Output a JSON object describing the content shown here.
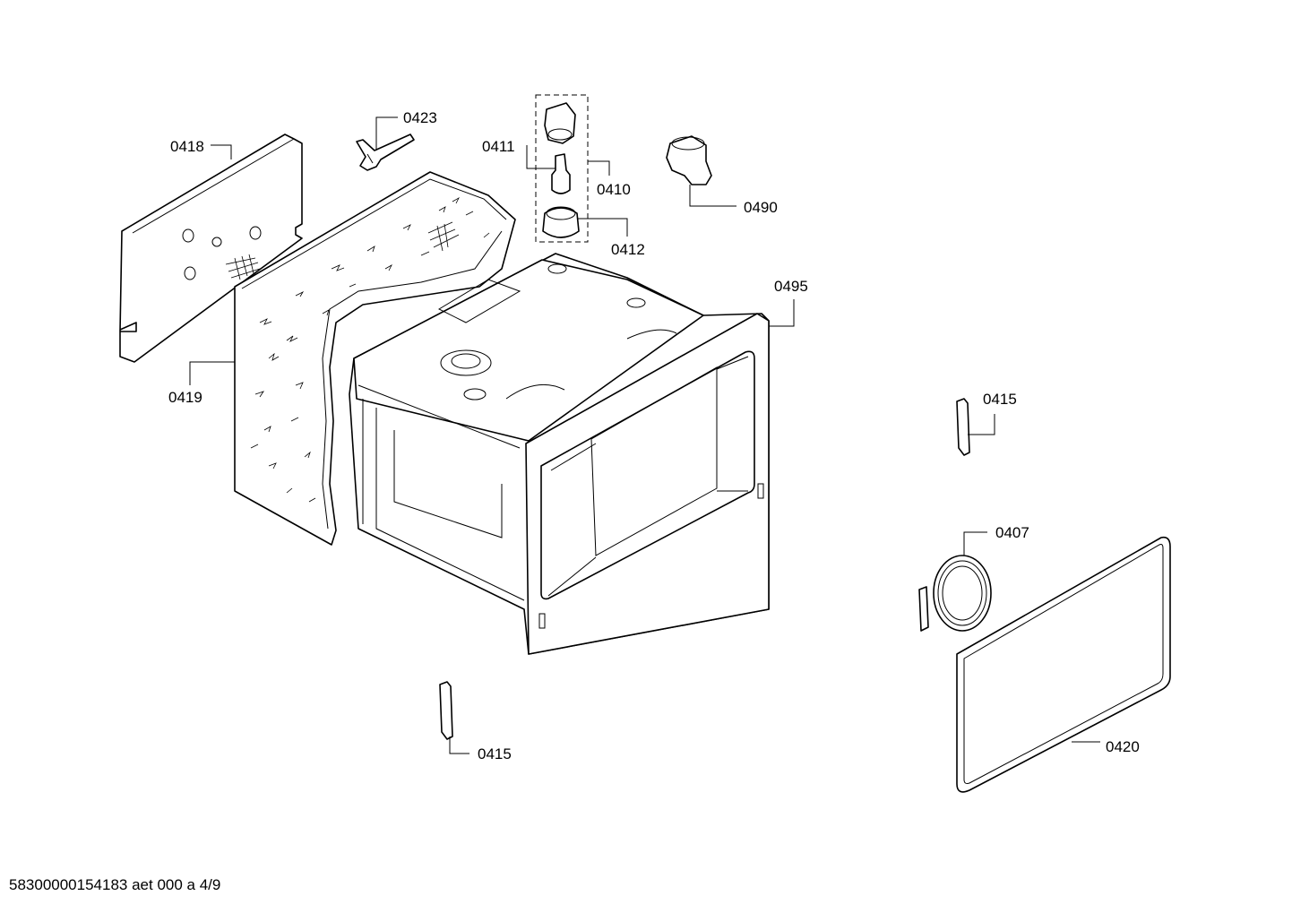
{
  "labels": {
    "p0418": "0418",
    "p0423": "0423",
    "p0411": "0411",
    "p0410": "0410",
    "p0412": "0412",
    "p0490": "0490",
    "p0495": "0495",
    "p0419": "0419",
    "p0415a": "0415",
    "p0407": "0407",
    "p0415b": "0415",
    "p0420": "0420"
  },
  "footer": "58300000154183 aet 000 a 4/9"
}
